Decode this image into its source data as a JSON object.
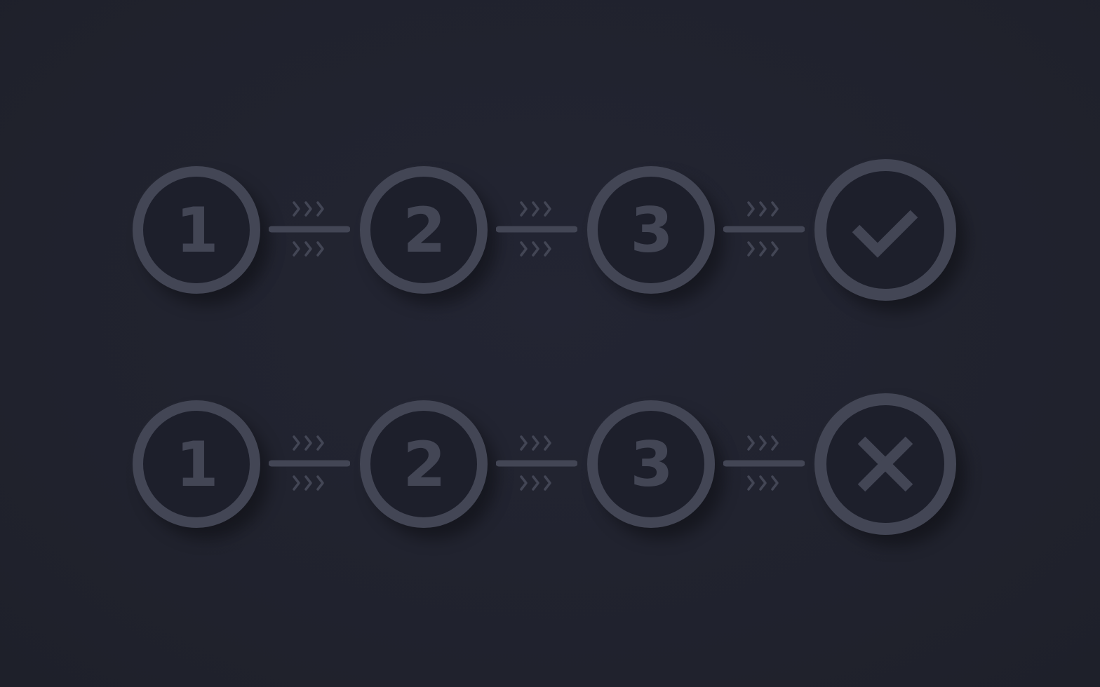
{
  "colors": {
    "background": "#22232f",
    "circle_fill": "#1d1f2b",
    "stroke": "#434655"
  },
  "rows": [
    {
      "steps": [
        {
          "label": "1"
        },
        {
          "label": "2"
        },
        {
          "label": "3"
        }
      ],
      "result_icon": "check-icon"
    },
    {
      "steps": [
        {
          "label": "1"
        },
        {
          "label": "2"
        },
        {
          "label": "3"
        }
      ],
      "result_icon": "cross-icon"
    }
  ]
}
